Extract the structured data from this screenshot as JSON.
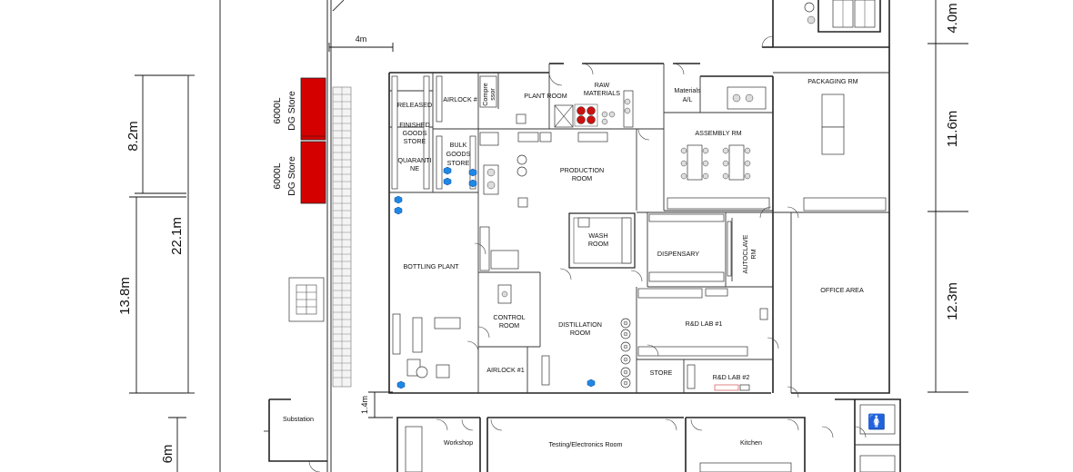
{
  "plan": {
    "dimensions": {
      "top_4m": "4m",
      "left_8_2m": "8.2m",
      "left_13_8m": "13.8m",
      "left_22_1m": "22.1m",
      "left_6m": "6m",
      "gap_1_4m": "1.4m",
      "right_4_0m": "4.0m",
      "right_11_6m": "11.6m",
      "right_12_3m": "12.3m"
    },
    "dg_store_top": {
      "capacity": "6000L",
      "name": "DG Store"
    },
    "dg_store_bottom": {
      "capacity": "6000L",
      "name": "DG Store"
    },
    "rooms": {
      "released": "RELEASED",
      "finished_goods_1": "FINISHED",
      "finished_goods_2": "GOODS",
      "finished_goods_3": "STORE",
      "quarantine_1": "QUARANTI",
      "quarantine_2": "NE",
      "airlock_hash": "AIRLOCK #",
      "bulk_goods_1": "BULK",
      "bulk_goods_2": "GOODS",
      "bulk_goods_3": "STORE",
      "compressor_1": "Compre",
      "compressor_2": "ssor",
      "plant_room": "PLANT ROOM",
      "raw_materials_1": "RAW",
      "raw_materials_2": "MATERIALS",
      "materials_al_1": "Materials",
      "materials_al_2": "A/L",
      "packaging_rm": "PACKAGING RM",
      "assembly_rm": "ASSEMBLY RM",
      "production_room_1": "PRODUCTION",
      "production_room_2": "ROOM",
      "wash_room_1": "WASH",
      "wash_room_2": "ROOM",
      "dispensary": "DISPENSARY",
      "autoclave_rm_1": "AUTOCLAVE",
      "autoclave_rm_2": "RM",
      "office_area": "OFFICE AREA",
      "bottling_plant": "BOTTLING PLANT",
      "control_room_1": "CONTROL",
      "control_room_2": "ROOM",
      "distillation_room_1": "DISTILLATION",
      "distillation_room_2": "ROOM",
      "rd_lab_1": "R&D LAB #1",
      "rd_lab_2": "R&D LAB #2",
      "store": "STORE",
      "airlock_1": "AIRLOCK #1",
      "substation": "Substation",
      "workshop": "Workshop",
      "testing_electronics": "Testing/Electronics Room",
      "kitchen": "Kitchen"
    },
    "colors": {
      "dg_store_fill": "#d40000",
      "raw_material_drum": "#cc1111",
      "blue_drum": "#1e88e5",
      "wall": "#222222"
    }
  }
}
